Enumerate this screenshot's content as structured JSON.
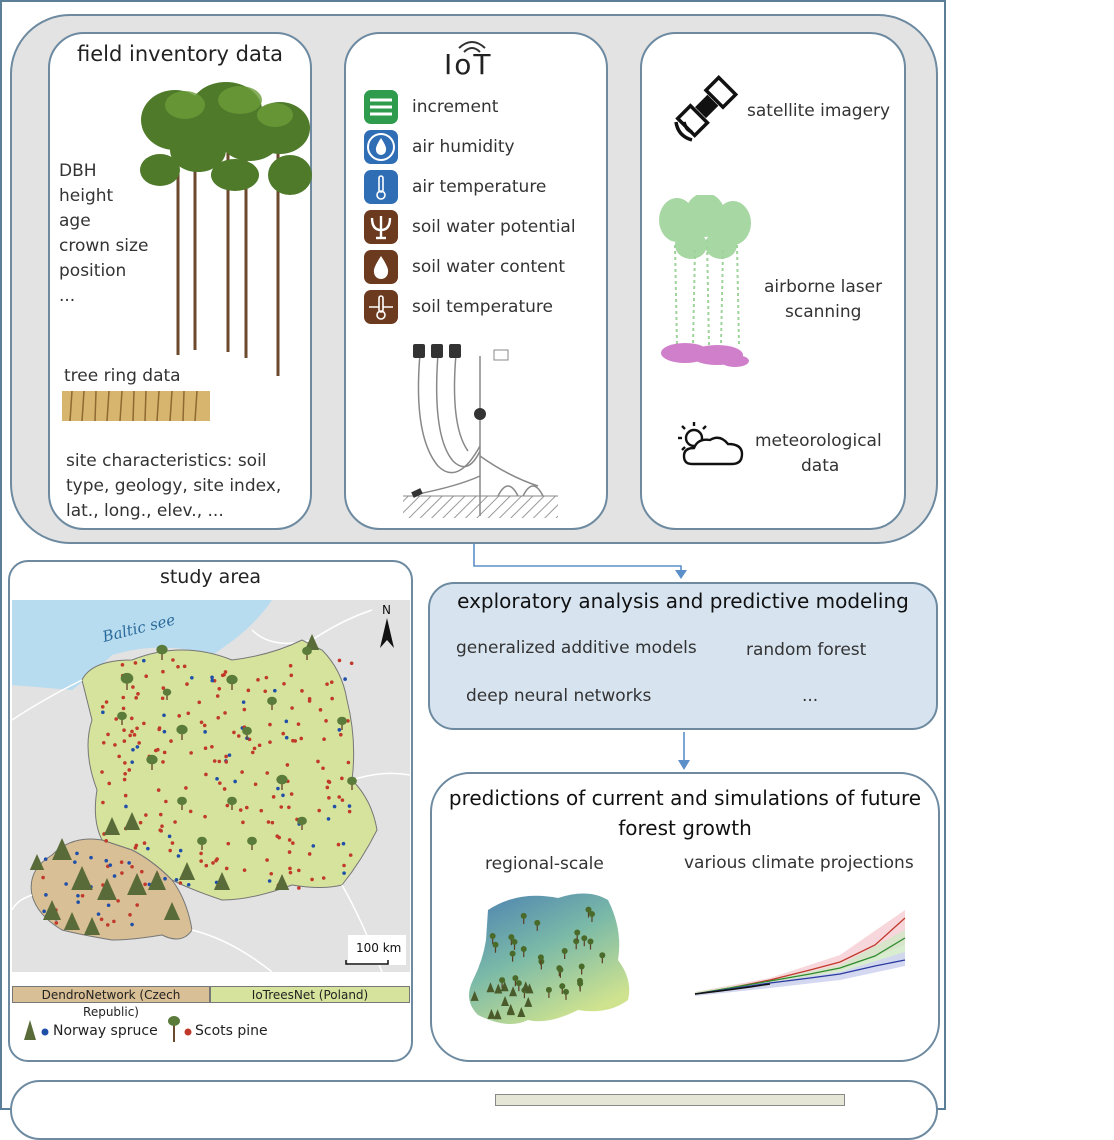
{
  "field": {
    "title": "field inventory data",
    "attributes": [
      "DBH",
      "height",
      "age",
      "crown size",
      "position",
      "..."
    ],
    "tree_ring_label": "tree ring data",
    "site_lines": [
      "site characteristics: soil",
      "type, geology, site index,",
      "lat., long., elev., ..."
    ]
  },
  "iot": {
    "title": "IoT",
    "items": [
      {
        "label": "increment",
        "icon": "increment-icon",
        "color": "#2e9b4d"
      },
      {
        "label": "air humidity",
        "icon": "humidity-drop-icon",
        "color": "#2f6db5"
      },
      {
        "label": "air temperature",
        "icon": "thermometer-icon",
        "color": "#2f6db5"
      },
      {
        "label": "soil water potential",
        "icon": "psi-icon",
        "color": "#6b3a1f"
      },
      {
        "label": "soil water content",
        "icon": "water-drop-icon",
        "color": "#6b3a1f"
      },
      {
        "label": "soil temperature",
        "icon": "soil-thermometer-icon",
        "color": "#6b3a1f"
      }
    ]
  },
  "remote": {
    "satellite": "satellite imagery",
    "als": [
      "airborne laser",
      "scanning"
    ],
    "meteo": [
      "meteorological",
      "data"
    ]
  },
  "study": {
    "title": "study area",
    "sea": "Baltic see",
    "north": "N",
    "scale": "100 km",
    "legend_left": "DendroNetwork (Czech Republic)",
    "legend_right": "IoTreesNet (Poland)",
    "species_1": "Norway spruce",
    "species_2": "Scots pine",
    "colors": {
      "poland": "#d6e39c",
      "czech": "#d8bf95",
      "sea": "#b7dbef",
      "spruce_dot": "#1f4fa8",
      "pine_dot": "#c0392b"
    }
  },
  "analysis": {
    "title": "exploratory analysis and predictive modeling",
    "methods": [
      "generalized additive models",
      "random forest",
      "deep neural networks",
      "..."
    ]
  },
  "predictions": {
    "title_1": "predictions of current and simulations of future",
    "title_2": "forest growth",
    "sub_left": "regional-scale",
    "sub_right": "various climate projections"
  }
}
